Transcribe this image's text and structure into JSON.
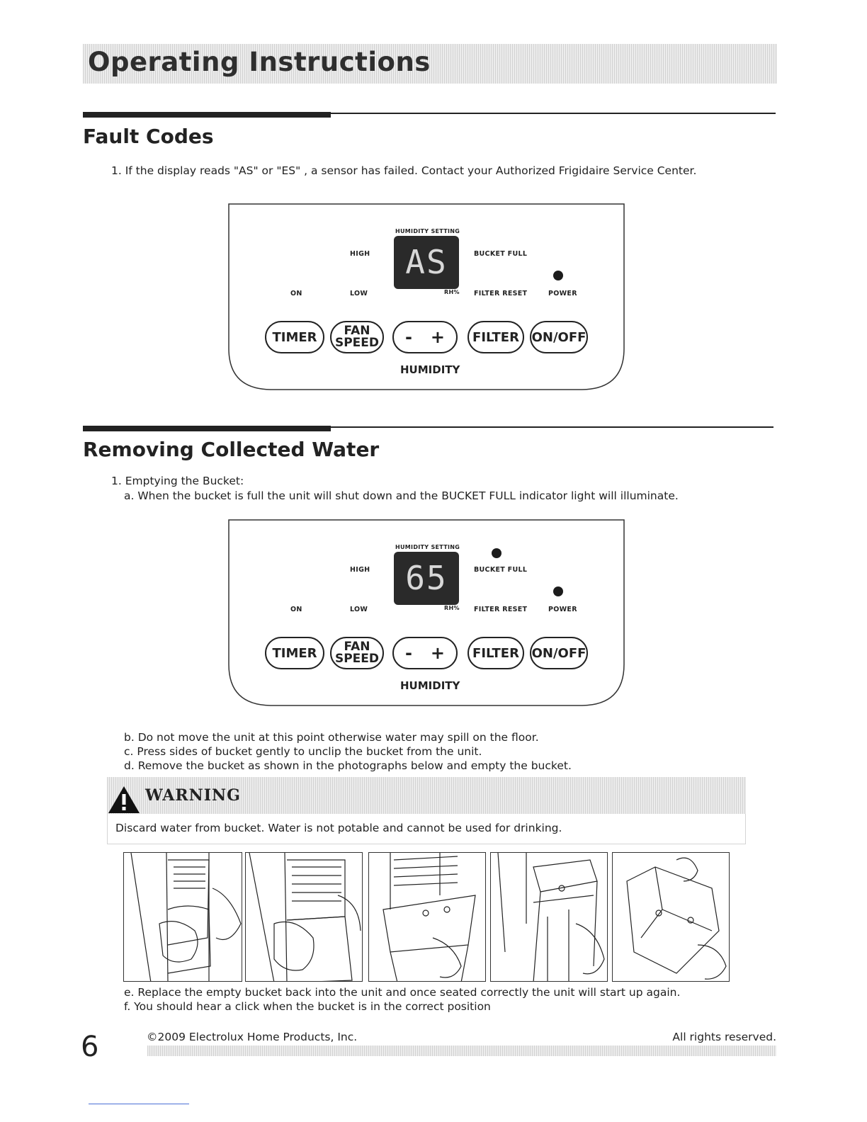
{
  "header": {
    "title": "Operating Instructions"
  },
  "fault_codes": {
    "title": "Fault Codes",
    "item_1": "1. If the display reads  \"AS\"  or  \"ES\" , a sensor has failed. Contact your Authorized Frigidaire Service Center."
  },
  "panel_fault": {
    "humidity_setting": "HUMIDITY SETTING",
    "high": "HIGH",
    "low": "LOW",
    "on": "ON",
    "display": "AS",
    "rh": "RH%",
    "bucket_full": "BUCKET FULL",
    "filter_reset": "FILTER RESET",
    "power": "POWER",
    "btn_timer": "TIMER",
    "btn_fan": "FAN",
    "btn_speed": "SPEED",
    "btn_minus": "-",
    "btn_plus": "+",
    "btn_filter": "FILTER",
    "btn_onoff": "ON/OFF",
    "humidity": "HUMIDITY"
  },
  "removing": {
    "title": "Removing Collected Water",
    "item_1": "1. Emptying the Bucket:",
    "item_a": "a.  When the bucket is full the unit will shut down and the BUCKET FULL indicator light will illuminate.",
    "item_b": "b.   Do not move the unit at this point otherwise water may spill on the floor.",
    "item_c": "c.   Press sides of bucket gently to unclip the bucket from the unit.",
    "item_d": "d.   Remove the bucket as shown in the photographs below and empty the bucket.",
    "item_e": "e.  Replace the empty bucket back into the unit and once seated correctly the unit will start up again.",
    "item_f": "f.   You should hear a click when the bucket is in the correct position"
  },
  "panel_bucket": {
    "humidity_setting": "HUMIDITY SETTING",
    "high": "HIGH",
    "low": "LOW",
    "on": "ON",
    "display": "65",
    "rh": "RH%",
    "bucket_full": "BUCKET FULL",
    "filter_reset": "FILTER RESET",
    "power": "POWER",
    "btn_timer": "TIMER",
    "btn_fan": "FAN",
    "btn_speed": "SPEED",
    "btn_minus": "-",
    "btn_plus": "+",
    "btn_filter": "FILTER",
    "btn_onoff": "ON/OFF",
    "humidity": "HUMIDITY"
  },
  "warning": {
    "title": "WARNING",
    "text": "Discard water from bucket. Water is not potable and cannot be used for drinking.",
    "icon": "warning-triangle-icon"
  },
  "footer": {
    "page_number": "6",
    "copyright": "©2009 Electrolux Home Products, Inc.",
    "rights": "All rights reserved."
  }
}
